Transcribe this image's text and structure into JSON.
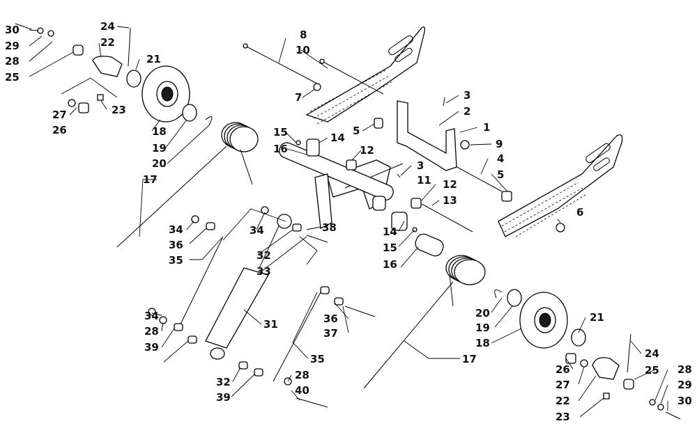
{
  "colors": {
    "line": "#000000",
    "paper": "#ffffff",
    "label": "#111111"
  },
  "callouts": {
    "c30a": "30",
    "c29a": "29",
    "c28a": "28",
    "c25a": "25",
    "c24a": "24",
    "c22a": "22",
    "c21a": "21",
    "c27a": "27",
    "c26a": "26",
    "c23a": "23",
    "c18a": "18",
    "c19a": "19",
    "c20a": "20",
    "c17a": "17",
    "c8": "8",
    "c10": "10",
    "c7": "7",
    "c5a": "5",
    "c3a": "3",
    "c2": "2",
    "c1": "1",
    "c9": "9",
    "c4": "4",
    "c5b": "5",
    "c6": "6",
    "c15a": "15",
    "c14a": "14",
    "c16a": "16",
    "c12a": "12",
    "c3b": "3",
    "c11": "11",
    "c12b": "12",
    "c13": "13",
    "c34a": "34",
    "c36a": "36",
    "c35a": "35",
    "c34b": "34",
    "c38": "38",
    "c32a": "32",
    "c33": "33",
    "c14b": "14",
    "c15b": "15",
    "c16b": "16",
    "c34c": "34",
    "c28b": "28",
    "c39a": "39",
    "c31": "31",
    "c32b": "32",
    "c39b": "39",
    "c36b": "36",
    "c37": "37",
    "c35b": "35",
    "c28c": "28",
    "c40": "40",
    "c20b": "20",
    "c19b": "19",
    "c21b": "21",
    "c18b": "18",
    "c17b": "17",
    "c24b": "24",
    "c26b": "26",
    "c25b": "25",
    "c28d": "28",
    "c27b": "27",
    "c29b": "29",
    "c22b": "22",
    "c30b": "30",
    "c23b": "23"
  }
}
